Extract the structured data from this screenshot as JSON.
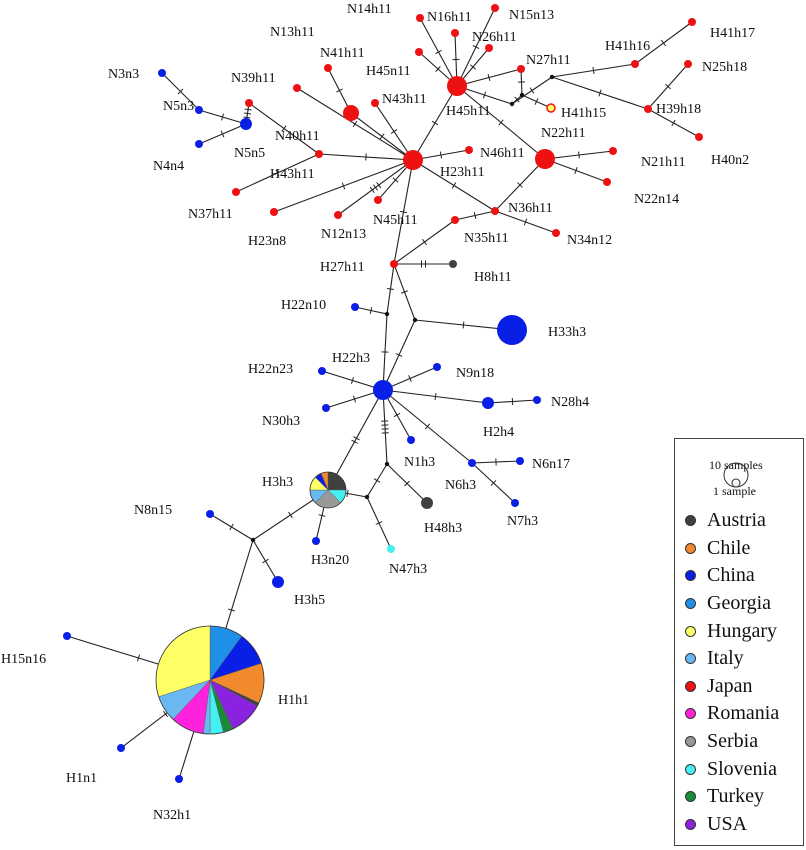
{
  "colors": {
    "Austria": "#404040",
    "Chile": "#f08a2c",
    "China": "#0a1fe6",
    "Georgia": "#1e90e8",
    "Hungary": "#ffff66",
    "Italy": "#6ab8f2",
    "Japan": "#ee1111",
    "Romania": "#ff22dd",
    "Serbia": "#999999",
    "Slovenia": "#44f0f0",
    "Turkey": "#1a8a3a",
    "USA": "#8a22e0",
    "median": "#111111"
  },
  "legend": {
    "size_large": "10 samples",
    "size_small": "1 sample",
    "items": [
      "Austria",
      "Chile",
      "China",
      "Georgia",
      "Hungary",
      "Italy",
      "Japan",
      "Romania",
      "Serbia",
      "Slovenia",
      "Turkey",
      "USA"
    ]
  },
  "nodes": [
    {
      "id": "H1h1",
      "label": "H1h1",
      "count": 50,
      "pie": [
        [
          "Georgia",
          5
        ],
        [
          "China",
          5
        ],
        [
          "Chile",
          6
        ],
        [
          "Austria",
          0.5
        ],
        [
          "USA",
          5
        ],
        [
          "Turkey",
          1.5
        ],
        [
          "Slovenia",
          2
        ],
        [
          "Italy",
          1
        ],
        [
          "Romania",
          5
        ],
        [
          "Italy",
          4
        ],
        [
          "Hungary",
          15
        ]
      ]
    },
    {
      "id": "H3h3",
      "label": "H3h3",
      "count": 8,
      "pie": [
        [
          "Austria",
          2
        ],
        [
          "Slovenia",
          1
        ],
        [
          "Serbia",
          2
        ],
        [
          "Italy",
          1
        ],
        [
          "Hungary",
          1
        ],
        [
          "China",
          0.5
        ],
        [
          "Chile",
          0.5
        ]
      ]
    },
    {
      "id": "H15n16",
      "label": "H15n16",
      "count": 1,
      "country": "China"
    },
    {
      "id": "H1n1",
      "label": "H1n1",
      "count": 1,
      "country": "China"
    },
    {
      "id": "N32h1",
      "label": "N32h1",
      "count": 1,
      "country": "China"
    },
    {
      "id": "N8n15",
      "label": "N8n15",
      "count": 1,
      "country": "China"
    },
    {
      "id": "H3h5",
      "label": "H3h5",
      "count": 2,
      "country": "China"
    },
    {
      "id": "H3n20",
      "label": "H3n20",
      "count": 1,
      "country": "China"
    },
    {
      "id": "N47h3",
      "label": "N47h3",
      "count": 1,
      "country": "Slovenia"
    },
    {
      "id": "H48h3",
      "label": "H48h3",
      "count": 2,
      "country": "Austria"
    },
    {
      "id": "N1h3",
      "label": "N1h3",
      "count": 1,
      "country": "China"
    },
    {
      "id": "N6h3",
      "label": "N6h3",
      "count": 1,
      "country": "China"
    },
    {
      "id": "N6n17",
      "label": "N6n17",
      "count": 1,
      "country": "China"
    },
    {
      "id": "N7h3",
      "label": "N7h3",
      "count": 1,
      "country": "China"
    },
    {
      "id": "H2h4",
      "label": "H2h4",
      "count": 2,
      "country": "China"
    },
    {
      "id": "N28h4",
      "label": "N28h4",
      "count": 1,
      "country": "China"
    },
    {
      "id": "N9n18",
      "label": "N9n18",
      "count": 1,
      "country": "China"
    },
    {
      "id": "H22n23",
      "label": "H22n23",
      "count": 1,
      "country": "China"
    },
    {
      "id": "N30h3",
      "label": "N30h3",
      "count": 1,
      "country": "China"
    },
    {
      "id": "H22h3",
      "label": "H22h3",
      "count": 5,
      "country": "China"
    },
    {
      "id": "H22n10",
      "label": "H22n10",
      "count": 1,
      "country": "China"
    },
    {
      "id": "H33h3",
      "label": "H33h3",
      "count": 8,
      "country": "China"
    },
    {
      "id": "H27h11",
      "label": "H27h11",
      "count": 1,
      "country": "Japan"
    },
    {
      "id": "H8h11",
      "label": "H8h11",
      "count": 1,
      "country": "Austria"
    },
    {
      "id": "N35h11",
      "label": "N35h11",
      "count": 1,
      "country": "Japan"
    },
    {
      "id": "N36h11",
      "label": "N36h11",
      "count": 1,
      "country": "Japan"
    },
    {
      "id": "N34n12",
      "label": "N34n12",
      "count": 1,
      "country": "Japan"
    },
    {
      "id": "H23h11",
      "label": "H23h11",
      "count": 4,
      "country": "Japan"
    },
    {
      "id": "N45h11",
      "label": "N45h11",
      "count": 1,
      "country": "Japan"
    },
    {
      "id": "N12n13",
      "label": "N12n13",
      "count": 1,
      "country": "Japan"
    },
    {
      "id": "H23n8",
      "label": "H23n8",
      "count": 1,
      "country": "Japan"
    },
    {
      "id": "N37h11",
      "label": "N37h11",
      "count": 1,
      "country": "Japan"
    },
    {
      "id": "H43h11",
      "label": "H43h11",
      "count": 1,
      "country": "Japan"
    },
    {
      "id": "N40h11",
      "label": "N40h11",
      "count": 1,
      "country": "Japan"
    },
    {
      "id": "N39h11",
      "label": "N39h11",
      "count": 1,
      "country": "Japan"
    },
    {
      "id": "N41h11",
      "label": "N41h11",
      "count": 1,
      "country": "Japan"
    },
    {
      "id": "N13h11",
      "label": "N13h11",
      "count": 3,
      "country": "Japan"
    },
    {
      "id": "N43h11",
      "label": "N43h11",
      "count": 1,
      "country": "Japan"
    },
    {
      "id": "N46h11",
      "label": "N46h11",
      "count": 1,
      "country": "Japan"
    },
    {
      "id": "H45h11",
      "label": "H45h11",
      "count": 5,
      "country": "Japan"
    },
    {
      "id": "H45n11",
      "label": "H45n11",
      "count": 1,
      "country": "Japan"
    },
    {
      "id": "N14h11",
      "label": "N14h11",
      "count": 1,
      "country": "Japan"
    },
    {
      "id": "N16h11",
      "label": "N16h11",
      "count": 1,
      "country": "Japan"
    },
    {
      "id": "N15n13",
      "label": "N15n13",
      "count": 1,
      "country": "Japan"
    },
    {
      "id": "N26h11",
      "label": "N26h11",
      "count": 1,
      "country": "Japan"
    },
    {
      "id": "N27h11",
      "label": "N27h11",
      "count": 1,
      "country": "Japan"
    },
    {
      "id": "H41h15",
      "label": "H41h15",
      "count": 1,
      "country": "Hungary"
    },
    {
      "id": "N22h11",
      "label": "N22h11",
      "count": 4,
      "country": "Japan"
    },
    {
      "id": "N21h11",
      "label": "N21h11",
      "count": 1,
      "country": "Japan"
    },
    {
      "id": "N22n14",
      "label": "N22n14",
      "count": 1,
      "country": "Japan"
    },
    {
      "id": "H41h16",
      "label": "H41h16",
      "count": 1,
      "country": "Japan"
    },
    {
      "id": "H41h17",
      "label": "H41h17",
      "count": 1,
      "country": "Japan"
    },
    {
      "id": "N25h18",
      "label": "N25h18",
      "count": 1,
      "country": "Japan"
    },
    {
      "id": "H39h18",
      "label": "H39h18",
      "count": 1,
      "country": "Japan"
    },
    {
      "id": "H40n2",
      "label": "H40n2",
      "count": 1,
      "country": "Japan"
    },
    {
      "id": "N3n3",
      "label": "N3n3",
      "count": 1,
      "country": "China"
    },
    {
      "id": "N5n3",
      "label": "N5n3",
      "count": 1,
      "country": "China"
    },
    {
      "id": "N4n4",
      "label": "N4n4",
      "count": 1,
      "country": "China"
    },
    {
      "id": "N5n5",
      "label": "N5n5",
      "count": 2,
      "country": "China"
    }
  ],
  "medians": [
    "m1",
    "m2",
    "m3",
    "m4",
    "m5",
    "m6",
    "m7",
    "m8",
    "m9",
    "m10"
  ],
  "edges": [
    [
      "H1h1",
      "m1",
      1
    ],
    [
      "H1h1",
      "H15n16",
      1
    ],
    [
      "H1h1",
      "H1n1",
      1
    ],
    [
      "H1h1",
      "N32h1",
      1
    ],
    [
      "m1",
      "N8n15",
      1
    ],
    [
      "m1",
      "H3h5",
      1
    ],
    [
      "m1",
      "H3h3",
      1
    ],
    [
      "H3h3",
      "H3n20",
      1
    ],
    [
      "H3h3",
      "m2",
      1
    ],
    [
      "H3h3",
      "H22h3",
      2
    ],
    [
      "m2",
      "N47h3",
      1
    ],
    [
      "m2",
      "m3",
      1
    ],
    [
      "m3",
      "H48h3",
      1
    ],
    [
      "m3",
      "H22h3",
      4
    ],
    [
      "H22h3",
      "N1h3",
      1
    ],
    [
      "H22h3",
      "N6h3",
      1
    ],
    [
      "N6h3",
      "N6n17",
      1
    ],
    [
      "N6h3",
      "N7h3",
      1
    ],
    [
      "H22h3",
      "H2h4",
      1
    ],
    [
      "H2h4",
      "N28h4",
      1
    ],
    [
      "H22h3",
      "N9n18",
      1
    ],
    [
      "H22h3",
      "H22n23",
      1
    ],
    [
      "H22h3",
      "N30h3",
      1
    ],
    [
      "H22h3",
      "m4",
      1
    ],
    [
      "H22h3",
      "m5",
      1
    ],
    [
      "m4",
      "H22n10",
      1
    ],
    [
      "m4",
      "H27h11",
      1
    ],
    [
      "m5",
      "H33h3",
      1
    ],
    [
      "m5",
      "H27h11",
      1
    ],
    [
      "H27h11",
      "H8h11",
      2
    ],
    [
      "H27h11",
      "H23h11",
      1
    ],
    [
      "H27h11",
      "N35h11",
      1
    ],
    [
      "N35h11",
      "N36h11",
      1
    ],
    [
      "N36h11",
      "N34n12",
      1
    ],
    [
      "N36h11",
      "N22h11",
      1
    ],
    [
      "N36h11",
      "H23h11",
      1
    ],
    [
      "H23h11",
      "N45h11",
      1
    ],
    [
      "H23h11",
      "N12n13",
      3
    ],
    [
      "H23h11",
      "H23n8",
      1
    ],
    [
      "H23h11",
      "H43h11",
      1
    ],
    [
      "H43h11",
      "N37h11",
      1
    ],
    [
      "H43h11",
      "N40h11",
      1
    ],
    [
      "N40h11",
      "N5n5",
      3
    ],
    [
      "N5n5",
      "N5n3",
      1
    ],
    [
      "N5n3",
      "N3n3",
      1
    ],
    [
      "N5n5",
      "N4n4",
      1
    ],
    [
      "H23h11",
      "N39h11",
      1
    ],
    [
      "H23h11",
      "N13h11",
      1
    ],
    [
      "N13h11",
      "N41h11",
      1
    ],
    [
      "H23h11",
      "N43h11",
      1
    ],
    [
      "H23h11",
      "N46h11",
      1
    ],
    [
      "H23h11",
      "H45h11",
      1
    ],
    [
      "H45h11",
      "H45n11",
      1
    ],
    [
      "H45h11",
      "N14h11",
      1
    ],
    [
      "H45h11",
      "N16h11",
      1
    ],
    [
      "H45h11",
      "N15n13",
      1
    ],
    [
      "H45h11",
      "N26h11",
      1
    ],
    [
      "H45h11",
      "N27h11",
      1
    ],
    [
      "H45h11",
      "N22h11",
      1
    ],
    [
      "H45h11",
      "m6",
      1
    ],
    [
      "m6",
      "m7",
      1
    ],
    [
      "m7",
      "N27h11",
      1
    ],
    [
      "m7",
      "H41h15",
      1
    ],
    [
      "m6",
      "m8",
      1
    ],
    [
      "m8",
      "H41h16",
      1
    ],
    [
      "m8",
      "H39h18",
      1
    ],
    [
      "H41h16",
      "H41h17",
      1
    ],
    [
      "H39h18",
      "N25h18",
      1
    ],
    [
      "H39h18",
      "H40n2",
      1
    ],
    [
      "N22h11",
      "N21h11",
      1
    ],
    [
      "N22h11",
      "N22n14",
      1
    ]
  ]
}
